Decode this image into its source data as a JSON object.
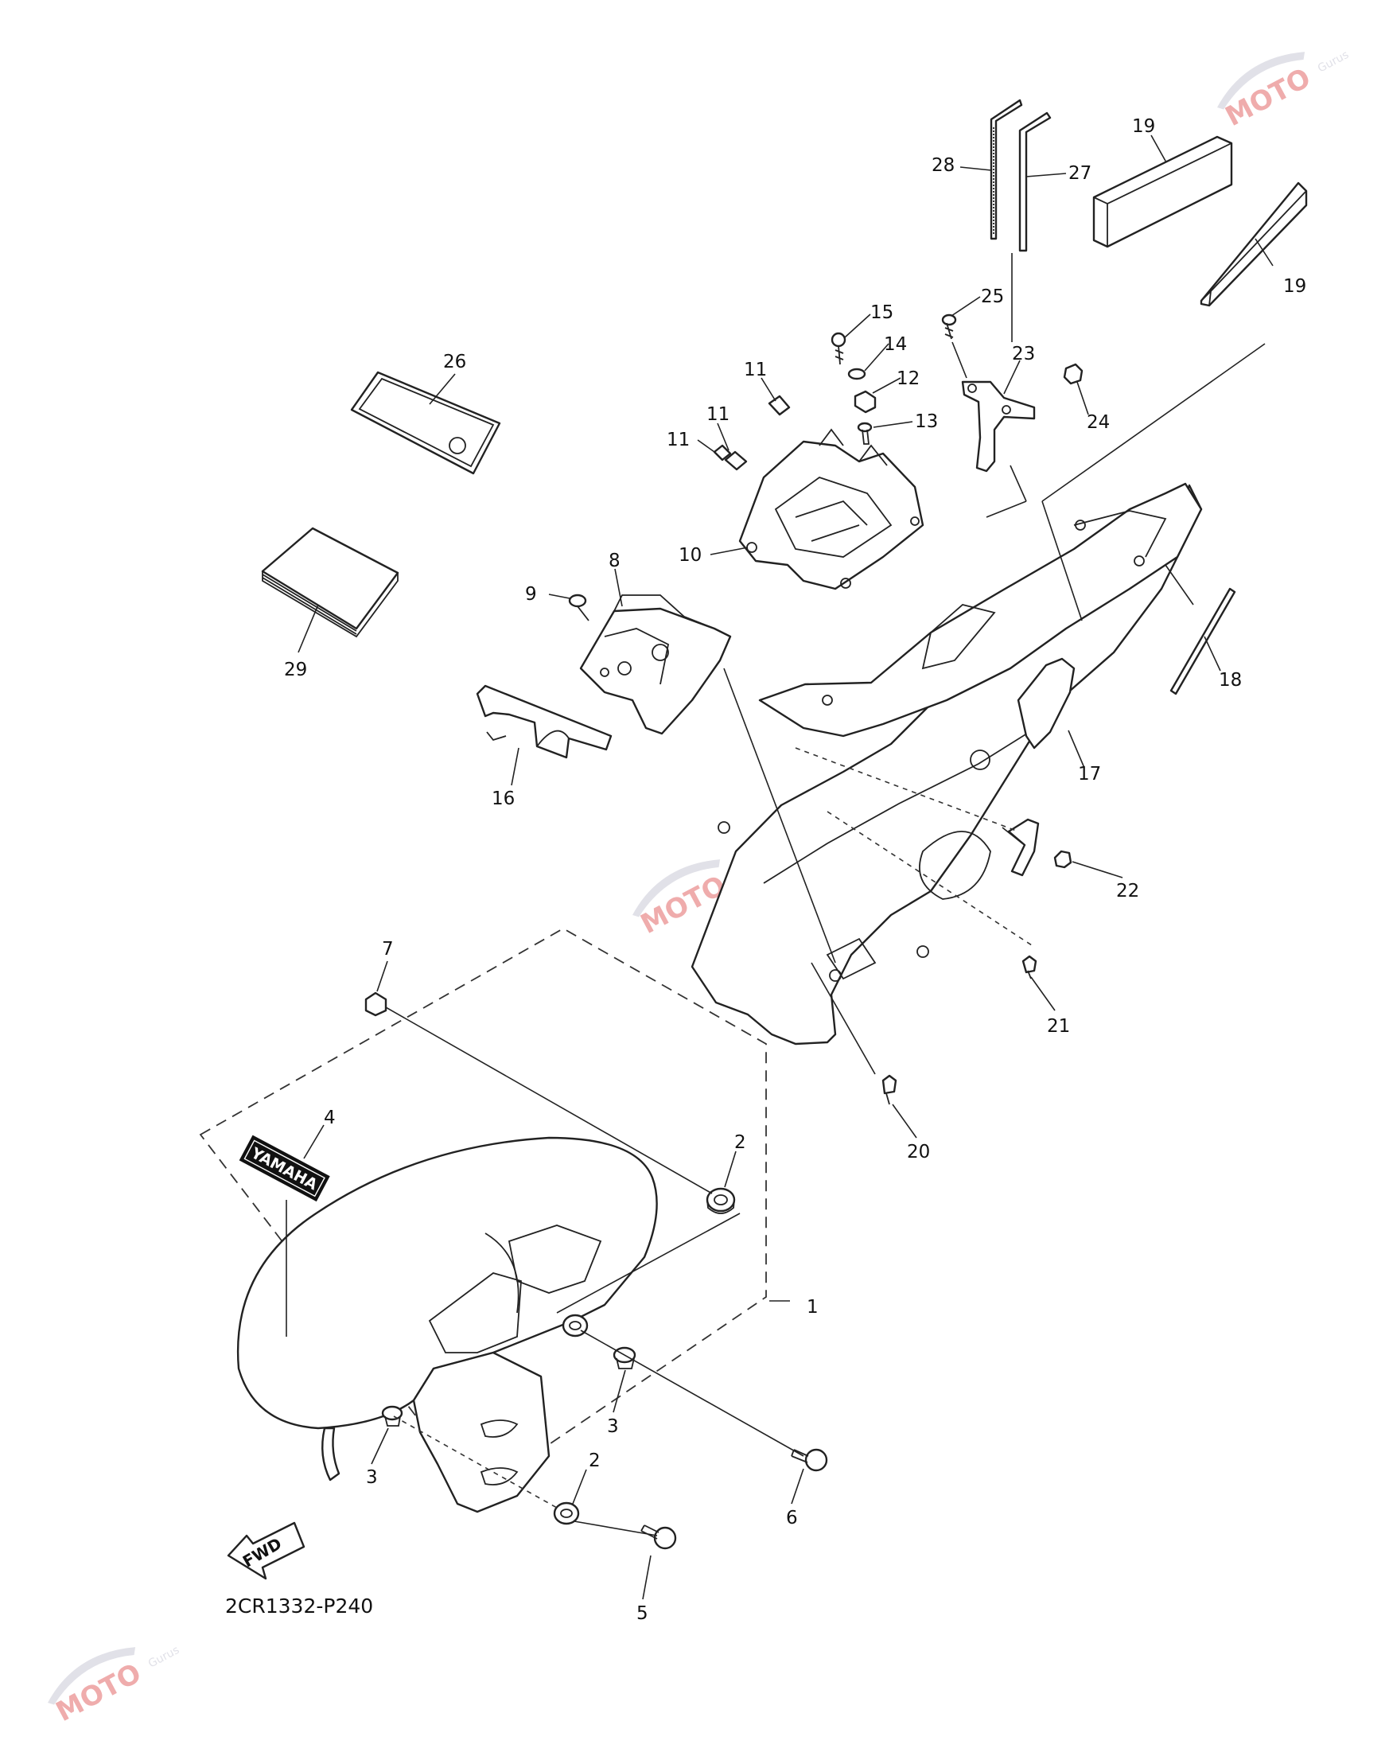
{
  "diagram": {
    "code_label": "2CR1332-P240",
    "fwd_label": "FWD",
    "brand_label": "YAMAHA",
    "watermark": {
      "text": "MOTO",
      "sub": "Gurus"
    },
    "callouts": [
      {
        "id": "c1",
        "label": "1"
      },
      {
        "id": "c2a",
        "label": "2"
      },
      {
        "id": "c2b",
        "label": "2"
      },
      {
        "id": "c3a",
        "label": "3"
      },
      {
        "id": "c3b",
        "label": "3"
      },
      {
        "id": "c4",
        "label": "4"
      },
      {
        "id": "c5",
        "label": "5"
      },
      {
        "id": "c6",
        "label": "6"
      },
      {
        "id": "c7",
        "label": "7"
      },
      {
        "id": "c8",
        "label": "8"
      },
      {
        "id": "c9",
        "label": "9"
      },
      {
        "id": "c10",
        "label": "10"
      },
      {
        "id": "c11a",
        "label": "11"
      },
      {
        "id": "c11b",
        "label": "11"
      },
      {
        "id": "c11c",
        "label": "11"
      },
      {
        "id": "c12",
        "label": "12"
      },
      {
        "id": "c13",
        "label": "13"
      },
      {
        "id": "c14",
        "label": "14"
      },
      {
        "id": "c15",
        "label": "15"
      },
      {
        "id": "c16",
        "label": "16"
      },
      {
        "id": "c17",
        "label": "17"
      },
      {
        "id": "c18",
        "label": "18"
      },
      {
        "id": "c19a",
        "label": "19"
      },
      {
        "id": "c19b",
        "label": "19"
      },
      {
        "id": "c20",
        "label": "20"
      },
      {
        "id": "c21",
        "label": "21"
      },
      {
        "id": "c22",
        "label": "22"
      },
      {
        "id": "c23",
        "label": "23"
      },
      {
        "id": "c24",
        "label": "24"
      },
      {
        "id": "c25",
        "label": "25"
      },
      {
        "id": "c26",
        "label": "26"
      },
      {
        "id": "c27",
        "label": "27"
      },
      {
        "id": "c28",
        "label": "28"
      },
      {
        "id": "c29",
        "label": "29"
      }
    ]
  }
}
